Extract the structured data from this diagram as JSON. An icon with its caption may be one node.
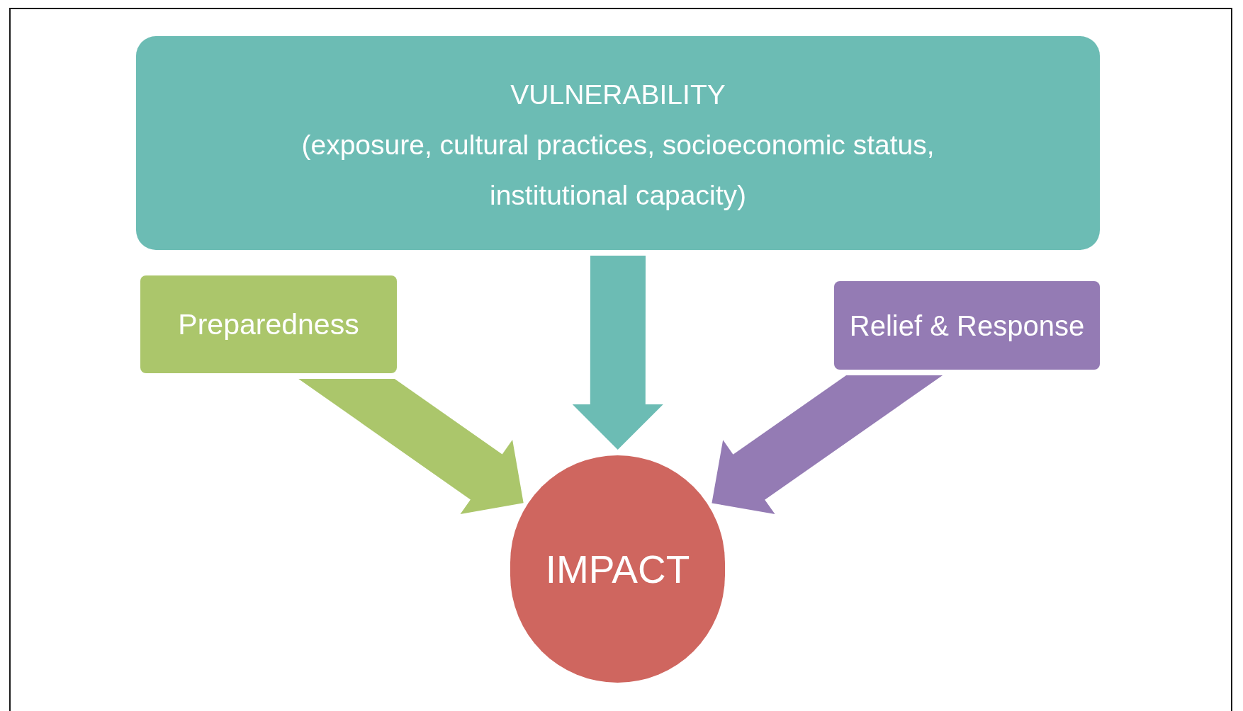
{
  "diagram": {
    "nodes": [
      {
        "text": [
          "VULNERABILITY",
          "(exposure, cultural practices, socioeconomic status, institutional capacity)"
        ]
      },
      {
        "text": [
          "Preparedness"
        ]
      },
      {
        "text": [
          "Relief & Response"
        ]
      },
      {
        "text": [
          "IMPACT"
        ]
      }
    ],
    "edges": [
      {
        "from": 0,
        "to": 3,
        "arrow": "to",
        "style": "thick",
        "color": "#6cbcb4"
      },
      {
        "from": 1,
        "to": 3,
        "arrow": "to",
        "style": "thick",
        "color": "#abc66b"
      },
      {
        "from": 2,
        "to": 3,
        "arrow": "to",
        "style": "thick",
        "color": "#947bb4"
      }
    ]
  }
}
